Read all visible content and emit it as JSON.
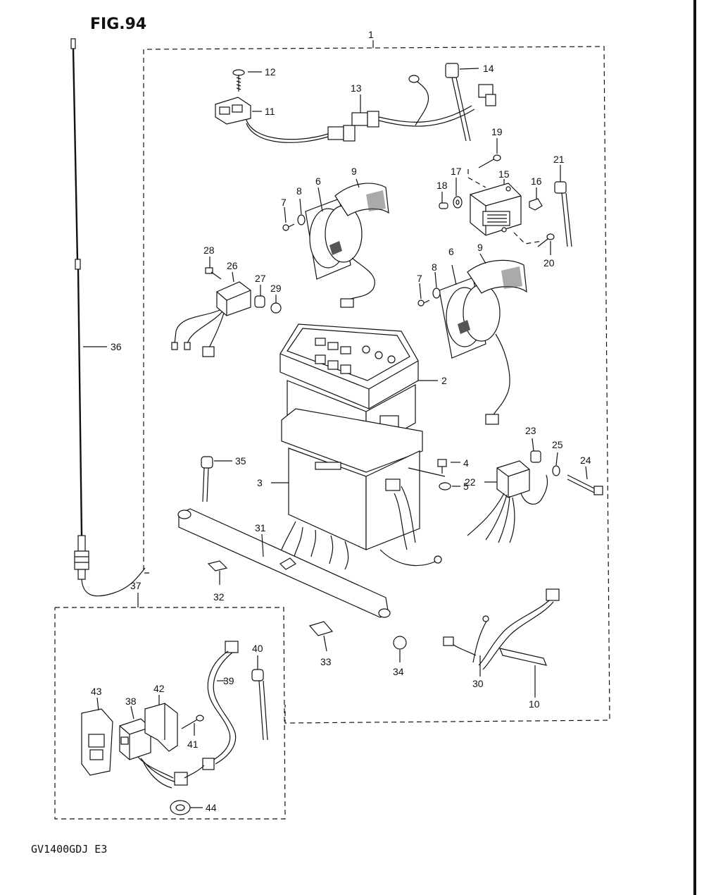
{
  "figure": {
    "title": "FIG.94",
    "model_code": "GV1400GDJ E3"
  },
  "callouts": {
    "c1": "1",
    "c2": "2",
    "c3": "3",
    "c4": "4",
    "c5": "5",
    "c6a": "6",
    "c6b": "6",
    "c7a": "7",
    "c7b": "7",
    "c8a": "8",
    "c8b": "8",
    "c9a": "9",
    "c9b": "9",
    "c10": "10",
    "c11": "11",
    "c12": "12",
    "c13": "13",
    "c14": "14",
    "c15": "15",
    "c16": "16",
    "c17": "17",
    "c18": "18",
    "c19": "19",
    "c20": "20",
    "c21": "21",
    "c22": "22",
    "c23": "23",
    "c24": "24",
    "c25": "25",
    "c26": "26",
    "c27": "27",
    "c28": "28",
    "c29": "29",
    "c30": "30",
    "c31": "31",
    "c32": "32",
    "c33": "33",
    "c34": "34",
    "c35": "35",
    "c36": "36",
    "c37": "37",
    "c38": "38",
    "c39": "39",
    "c40": "40",
    "c41": "41",
    "c42": "42",
    "c43": "43",
    "c44": "44"
  }
}
